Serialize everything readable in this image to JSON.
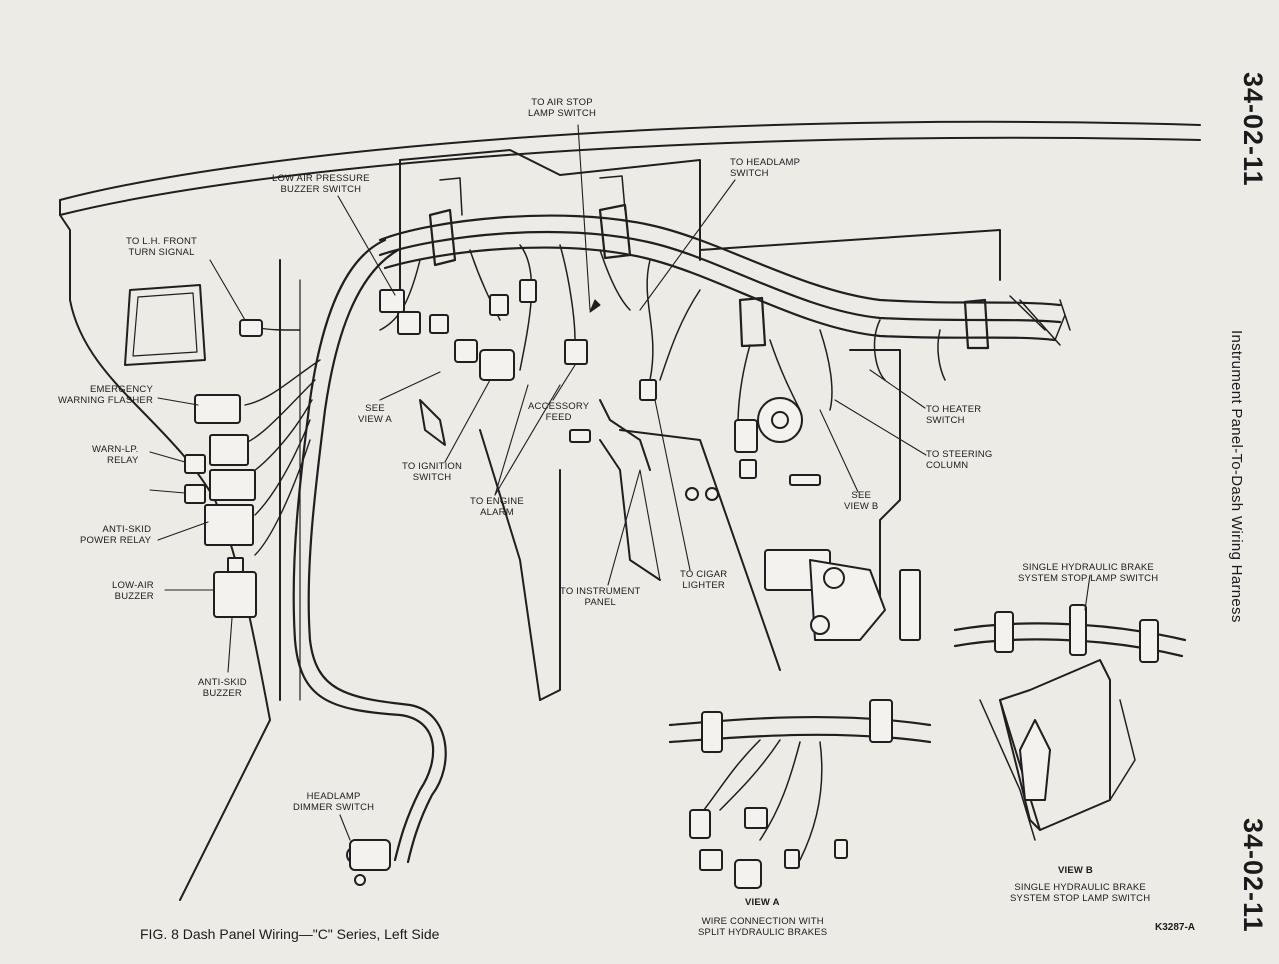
{
  "page_number_top": "34-02-11",
  "page_number_bottom": "34-02-11",
  "side_title": "Instrument Panel-To-Dash Wiring Harness",
  "caption": "FIG. 8 Dash Panel Wiring—\"C\" Series, Left Side",
  "figure_code": "K3287-A",
  "labels": {
    "air_stop": [
      "TO AIR STOP",
      "LAMP SWITCH"
    ],
    "headlamp_switch": [
      "TO HEADLAMP",
      "SWITCH"
    ],
    "low_air_pressure": [
      "LOW AIR PRESSURE",
      "BUZZER SWITCH"
    ],
    "lh_front_turn": [
      "TO L.H. FRONT",
      "TURN SIGNAL"
    ],
    "emergency_flasher": [
      "EMERGENCY",
      "WARNING FLASHER"
    ],
    "warn_lp_relay": [
      "WARN-LP.",
      "RELAY"
    ],
    "anti_skid_relay": [
      "ANTI-SKID",
      "POWER RELAY"
    ],
    "low_air_buzzer": [
      "LOW-AIR",
      "BUZZER"
    ],
    "anti_skid_buzzer": [
      "ANTI-SKID",
      "BUZZER"
    ],
    "see_view_a": [
      "SEE",
      "VIEW A"
    ],
    "accessory_feed": [
      "ACCESSORY",
      "FEED"
    ],
    "ignition_switch": [
      "TO IGNITION",
      "SWITCH"
    ],
    "engine_alarm": [
      "TO ENGINE",
      "ALARM"
    ],
    "instrument_panel": [
      "TO INSTRUMENT",
      "PANEL"
    ],
    "cigar_lighter": [
      "TO CIGAR",
      "LIGHTER"
    ],
    "heater_switch": [
      "TO HEATER",
      "SWITCH"
    ],
    "steering_column": [
      "TO STEERING",
      "COLUMN"
    ],
    "see_view_b": [
      "SEE",
      "VIEW B"
    ],
    "single_brake_top": [
      "SINGLE HYDRAULIC BRAKE",
      "SYSTEM STOP LAMP SWITCH"
    ],
    "headlamp_dimmer": [
      "HEADLAMP",
      "DIMMER SWITCH"
    ],
    "view_a_title": "VIEW A",
    "view_a_desc": [
      "WIRE CONNECTION WITH",
      "SPLIT HYDRAULIC BRAKES"
    ],
    "view_b_title": "VIEW B",
    "view_b_desc": [
      "SINGLE HYDRAULIC BRAKE",
      "SYSTEM STOP LAMP SWITCH"
    ]
  }
}
